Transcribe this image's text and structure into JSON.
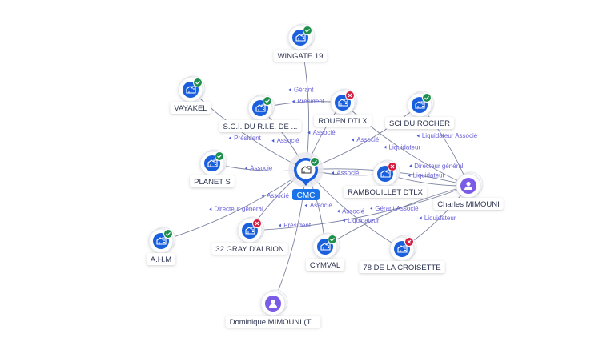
{
  "center": {
    "id": "cmc",
    "label": "CMC",
    "status": "ok"
  },
  "nodes": [
    {
      "id": "wingate",
      "label": "WINGATE 19",
      "type": "company",
      "status": "ok"
    },
    {
      "id": "vayakel",
      "label": "VAYAKEL",
      "type": "company",
      "status": "ok"
    },
    {
      "id": "sci_rie",
      "label": "S.C.I. DU R.I.E. DE ...",
      "type": "company",
      "status": "ok"
    },
    {
      "id": "rouen",
      "label": "ROUEN DTLX",
      "type": "company",
      "status": "closed"
    },
    {
      "id": "rocher",
      "label": "SCI DU ROCHER",
      "type": "company",
      "status": "ok"
    },
    {
      "id": "planet",
      "label": "PLANET S",
      "type": "company",
      "status": "ok"
    },
    {
      "id": "rambouillet",
      "label": "RAMBOUILLET DTLX",
      "type": "company",
      "status": "closed"
    },
    {
      "id": "charles",
      "label": "Charles MIMOUNI",
      "type": "person"
    },
    {
      "id": "ahm",
      "label": "A.H.M",
      "type": "company",
      "status": "ok"
    },
    {
      "id": "gray",
      "label": "32 GRAY D'ALBION",
      "type": "company",
      "status": "closed"
    },
    {
      "id": "cymval",
      "label": "CYMVAL",
      "type": "company",
      "status": "ok"
    },
    {
      "id": "croisette",
      "label": "78 DE LA CROISETTE",
      "type": "company",
      "status": "closed"
    },
    {
      "id": "dominique",
      "label": "Dominique MIMOUNI (T...",
      "type": "person"
    }
  ],
  "edges": [
    {
      "from": "wingate",
      "to": "cmc",
      "label": "Président"
    },
    {
      "from": "vayakel",
      "to": "cmc",
      "label": "Président"
    },
    {
      "from": "sci_rie",
      "to": "cmc",
      "label": "Associé"
    },
    {
      "from": "rouen",
      "to": "cmc",
      "label": "Associé"
    },
    {
      "from": "rocher",
      "to": "cmc",
      "label": "Associé"
    },
    {
      "from": "planet",
      "to": "cmc",
      "label": "Associé"
    },
    {
      "from": "rambouillet",
      "to": "cmc",
      "label": "Associé"
    },
    {
      "from": "ahm",
      "to": "cmc",
      "label": "Directeur général"
    },
    {
      "from": "gray",
      "to": "cmc",
      "label": "Associé"
    },
    {
      "from": "cymval",
      "to": "cmc",
      "label": "Associé"
    },
    {
      "from": "croisette",
      "to": "cmc",
      "label": "Associé"
    },
    {
      "from": "dominique",
      "to": "cmc",
      "label": "Président"
    },
    {
      "from": "charles",
      "to": "rouen",
      "label": "Liquidateur"
    },
    {
      "from": "charles",
      "to": "rocher",
      "label": "Liquidateur Associé"
    },
    {
      "from": "charles",
      "to": "rambouillet",
      "label": "Liquidateur"
    },
    {
      "from": "charles",
      "to": "cmc",
      "label": "Directeur général"
    },
    {
      "from": "charles",
      "to": "gray",
      "label": "Liquidateur"
    },
    {
      "from": "charles",
      "to": "cymval",
      "label": "Gérant Associé"
    },
    {
      "from": "charles",
      "to": "croisette",
      "label": "Liquidateur"
    },
    {
      "from": "rouen",
      "to": "sci_rie",
      "label": "Gérant"
    }
  ],
  "colors": {
    "company": "#1a5fdc",
    "person": "#7b5ce6",
    "ok": "#1f8f4e",
    "closed": "#d51c3f",
    "center_label": "#1a73e8"
  }
}
